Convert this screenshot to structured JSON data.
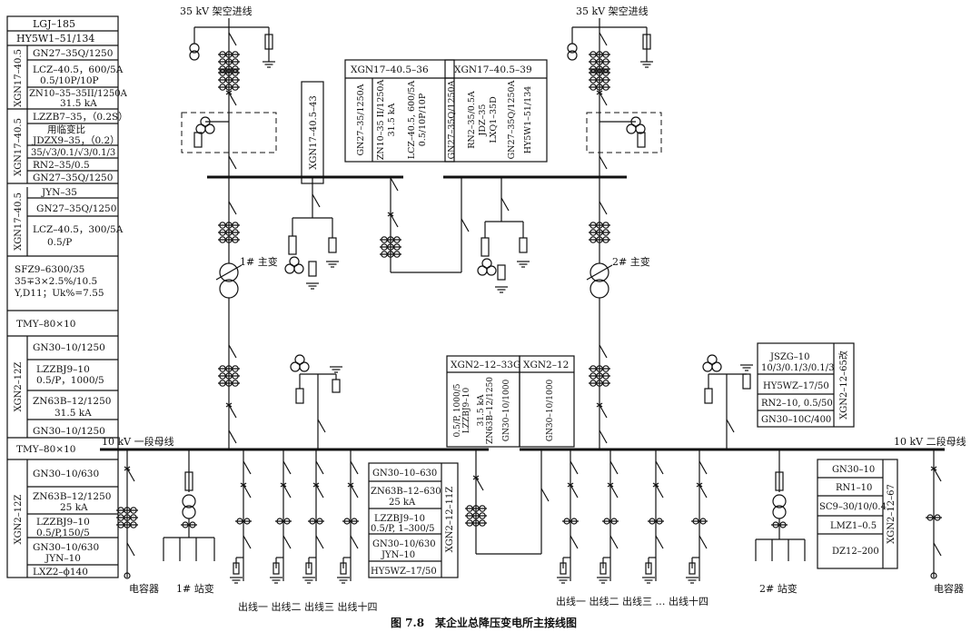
{
  "caption": "图 7.8　某企业总降压变电所主接线图",
  "labels": {
    "incoming_left": "35 kV 架空进线",
    "incoming_right": "35 kV 架空进线",
    "tr1": "1# 主变",
    "tr2": "2# 主变",
    "bus1": "10 kV 一段母线",
    "bus2": "10 kV 二段母线",
    "station1": "1# 站变",
    "station2": "2# 站变",
    "cap_left": "电容器",
    "cap_right": "电容器",
    "feeders_left": "出线一 出线二 出线三  出线十四",
    "feeders_right": "出线一  出线二    出线三  …  出线十四"
  },
  "left_table": {
    "r0": "LGJ–185",
    "r1": "HY5W1–51/134",
    "cab1": "XGN17–40.5",
    "r2": "GN27–35Q/1250",
    "r3a": "LCZ–40.5，600/5A",
    "r3b": "0.5/10P/10P",
    "r4a": "ZN10–35–35II/1250A",
    "r4b": "31.5 kA",
    "cab2": "XGN17–40.5",
    "r5a": "LZZB7–35，（0.2S）",
    "r5b": "用临变比",
    "r6a": "JDZX9–35，（0.2）",
    "r6b": "35/√3/0.1/√3/0.1/3",
    "r7": "RN2–35/0.5",
    "r8": "GN27–35Q/1250",
    "cab3": "XGN17–40.5",
    "r9": "JYN–35",
    "r10": "GN27–35Q/1250",
    "r11a": "LCZ–40.5，300/5A",
    "r11b": "0.5/P",
    "r12a": "SFZ9–6300/35",
    "r12b": "35∓3×2.5%/10.5",
    "r12c": "Y,D11；Uk%=7.55",
    "r13": "TMY–80×10",
    "cab4": "XGN2–12Z",
    "r14": "GN30–10/1250",
    "r15a": "LZZBJ9–10",
    "r15b": "0.5/P，1000/5",
    "r16a": "ZN63B–12/1250",
    "r16b": "31.5 kA",
    "r17": "GN30–10/1250",
    "r18": "TMY–80×10",
    "cab5": "XGN2–12Z",
    "r19": "GN30–10/630",
    "r20a": "ZN63B–12/1250",
    "r20b": "25 kA",
    "r21a": "LZZBJ9–10",
    "r21b": "0.5/P,150/5",
    "r22a": "GN30–10/630",
    "r22b": "JYN–10",
    "r23": "LXZ2–ϕ140"
  },
  "mid35": {
    "cab43": "XGN17–40.5–43",
    "cab36": {
      "title": "XGN17–40.5–36",
      "l0": "GN27–35/1250A",
      "l1": "ZN10–35 II/1250A",
      "l2": "31.5 kA",
      "l3": "LCZ–40.5, 600/5A",
      "l4": "0.5/10P/10P"
    },
    "cab39": {
      "title": "XGN17–40.5–39",
      "l0": "GN27–35Q/1250A",
      "l1": "RN2–35/0.5A",
      "l2": "JDZ–35",
      "l3": "LXQ1–35D",
      "l4": "GN27–35Q/1250A",
      "l5": "HY5W1–51/134"
    }
  },
  "mid10": {
    "cab33g": {
      "title": "XGN2–12–33G",
      "l0": "0.5/P, 1000/5",
      "l1": "LZZBJ9–10",
      "l2": "31.5 kA",
      "l3": "ZN63B–12/1250",
      "l4": "GN30–10/1000"
    },
    "cab12": {
      "title": "XGN2–12",
      "l0": "GN30–10/1000"
    }
  },
  "right_pt_table": {
    "r0a": "JSZG–10",
    "r0b": "10/3/0.1/3/0.1/3",
    "r1": "HY5WZ–17/50",
    "r2": "RN2–10, 0.5/50",
    "r3": "GN30–10C/400",
    "cab": "XGN2–12–65改"
  },
  "mid_feeder_table": {
    "r0": "GN30–10–630",
    "r1a": "ZN63B–12–630",
    "r1b": "25 kA",
    "r2a": "LZZBJ9–10",
    "r2b": "0.5/P, 1–300/5",
    "r3a": "GN30–10/630",
    "r3b": "JYN–10",
    "r4": "HY5WZ–17/50",
    "cab": "XGN2–12–11Z"
  },
  "right_station_table": {
    "r0": "GN30–10",
    "r1": "RN1–10",
    "r2": "SC9–30/10/0.4",
    "r3": "LMZ1–0.5",
    "r4": "DZ12–200",
    "cab": "XGN2–12–67"
  }
}
